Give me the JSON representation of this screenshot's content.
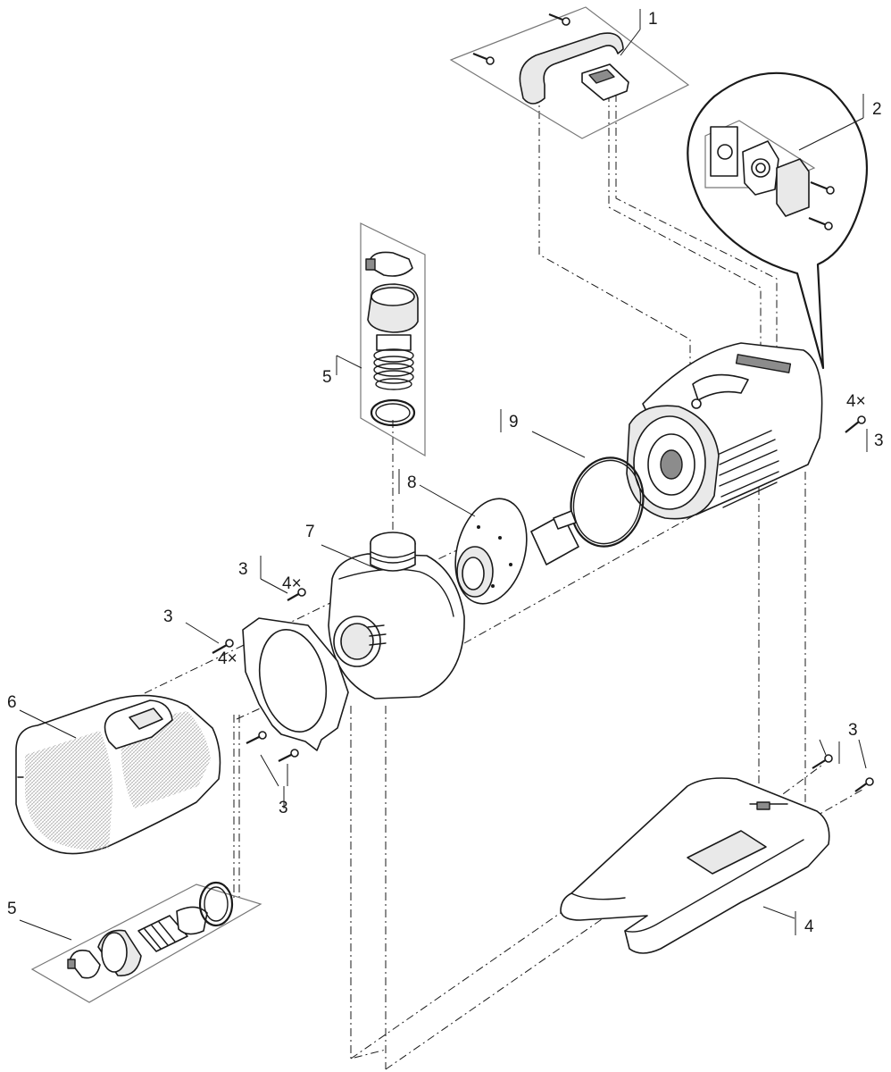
{
  "callouts": {
    "c1": "1",
    "c2": "2",
    "c3_motor": "3",
    "c3_left_top": "3",
    "c3_left_mid": "3",
    "c3_left_bottom": "3",
    "c3_base": "3",
    "c4": "4",
    "c5_top": "5",
    "c5_bottom": "5",
    "c6": "6",
    "c7": "7",
    "c8": "8",
    "c9": "9"
  },
  "quantities": {
    "motor_screws": "4×",
    "cover_screws_top": "4×",
    "cover_screws_left": "4×"
  },
  "colors": {
    "line": "#1a1a1a",
    "tray": "#777777",
    "fill_light": "#e9e9e9"
  }
}
